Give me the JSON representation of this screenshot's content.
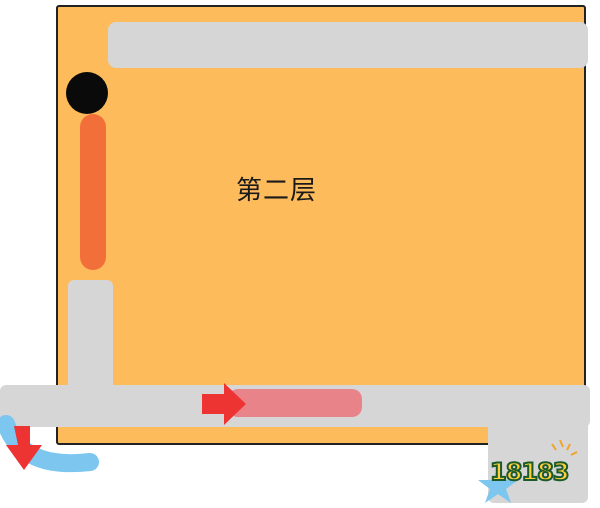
{
  "map": {
    "floor_label": "第二层"
  },
  "watermark": {
    "text": "18183"
  },
  "colors": {
    "floor": "#fdbb5c",
    "corridor": "#d6d6d6",
    "route_orange": "#f26f3a",
    "route_pink": "#e8838a",
    "arrow_red": "#ee3333",
    "exit_blue": "#7cc6f0"
  },
  "icons": [
    "black-circle-marker",
    "red-arrow-right-icon",
    "red-arrow-down-icon",
    "blue-curved-path",
    "blue-star-icon",
    "logo-badge"
  ]
}
